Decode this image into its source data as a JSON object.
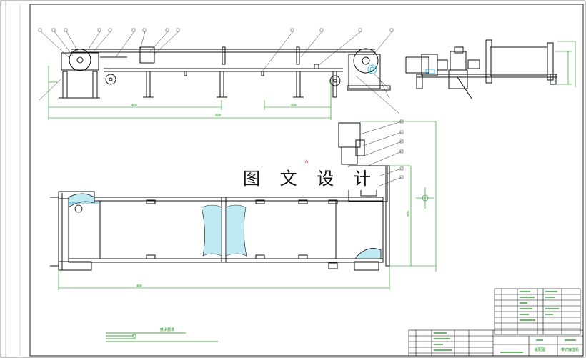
{
  "watermark": "图 文 设 计",
  "title_block": {
    "title": "装配图",
    "drawing_name": "带式输送机",
    "tech_requirements": "技术要求"
  },
  "colors": {
    "outline": "#111111",
    "dimension": "#0a8f0a",
    "hidden": "#00aeef",
    "leader": "#333333",
    "section": "#bfe9f3"
  }
}
